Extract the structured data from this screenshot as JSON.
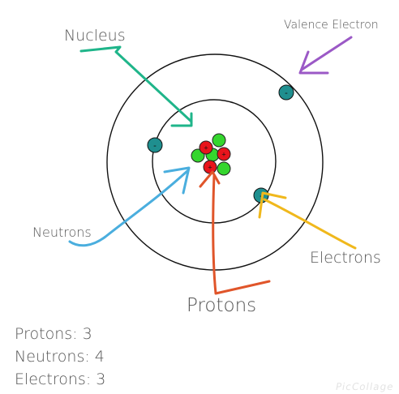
{
  "labels": {
    "nucleus": "Nucleus",
    "valence_electron": "Valence Electron",
    "neutrons": "Neutrons",
    "electrons": "Electrons",
    "protons": "Protons"
  },
  "particle_signs": {
    "proton": "+",
    "electron": "-"
  },
  "stats": {
    "protons": "Protons: 3",
    "neutrons": "Neutrons: 4",
    "electrons": "Electrons: 3"
  },
  "watermark": "PicCollage",
  "colors": {
    "shell": "#111111",
    "proton": "#e8141c",
    "neutron": "#35d62e",
    "electron": "#1f8f8f",
    "nucleus_arrow": "#1fb58a",
    "valence_arrow": "#9b59c6",
    "neutrons_arrow": "#4aaede",
    "electrons_arrow": "#f0b81c",
    "protons_arrow": "#e0552a"
  }
}
